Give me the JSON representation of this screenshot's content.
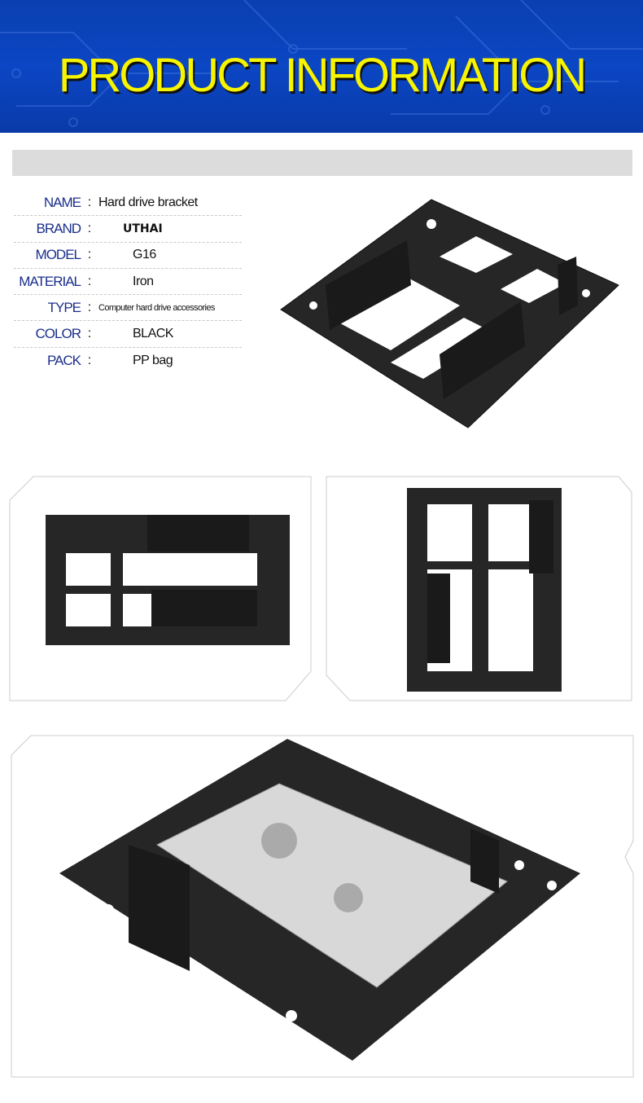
{
  "header": {
    "title": "PRODUCT INFORMATION"
  },
  "specs": [
    {
      "label": "NAME",
      "value": "Hard drive bracket"
    },
    {
      "label": "BRAND",
      "value": "UTHAI"
    },
    {
      "label": "MODEL",
      "value": "G16"
    },
    {
      "label": "MATERIAL",
      "value": "Iron"
    },
    {
      "label": "TYPE",
      "value": "Computer hard drive accessories"
    },
    {
      "label": "COLOR",
      "value": "BLACK"
    },
    {
      "label": "PACK",
      "value": "PP bag"
    }
  ],
  "colors": {
    "banner": "#0b46c4",
    "title": "#f7f400",
    "label": "#1b2f8c",
    "product": "#1f1f1f"
  }
}
